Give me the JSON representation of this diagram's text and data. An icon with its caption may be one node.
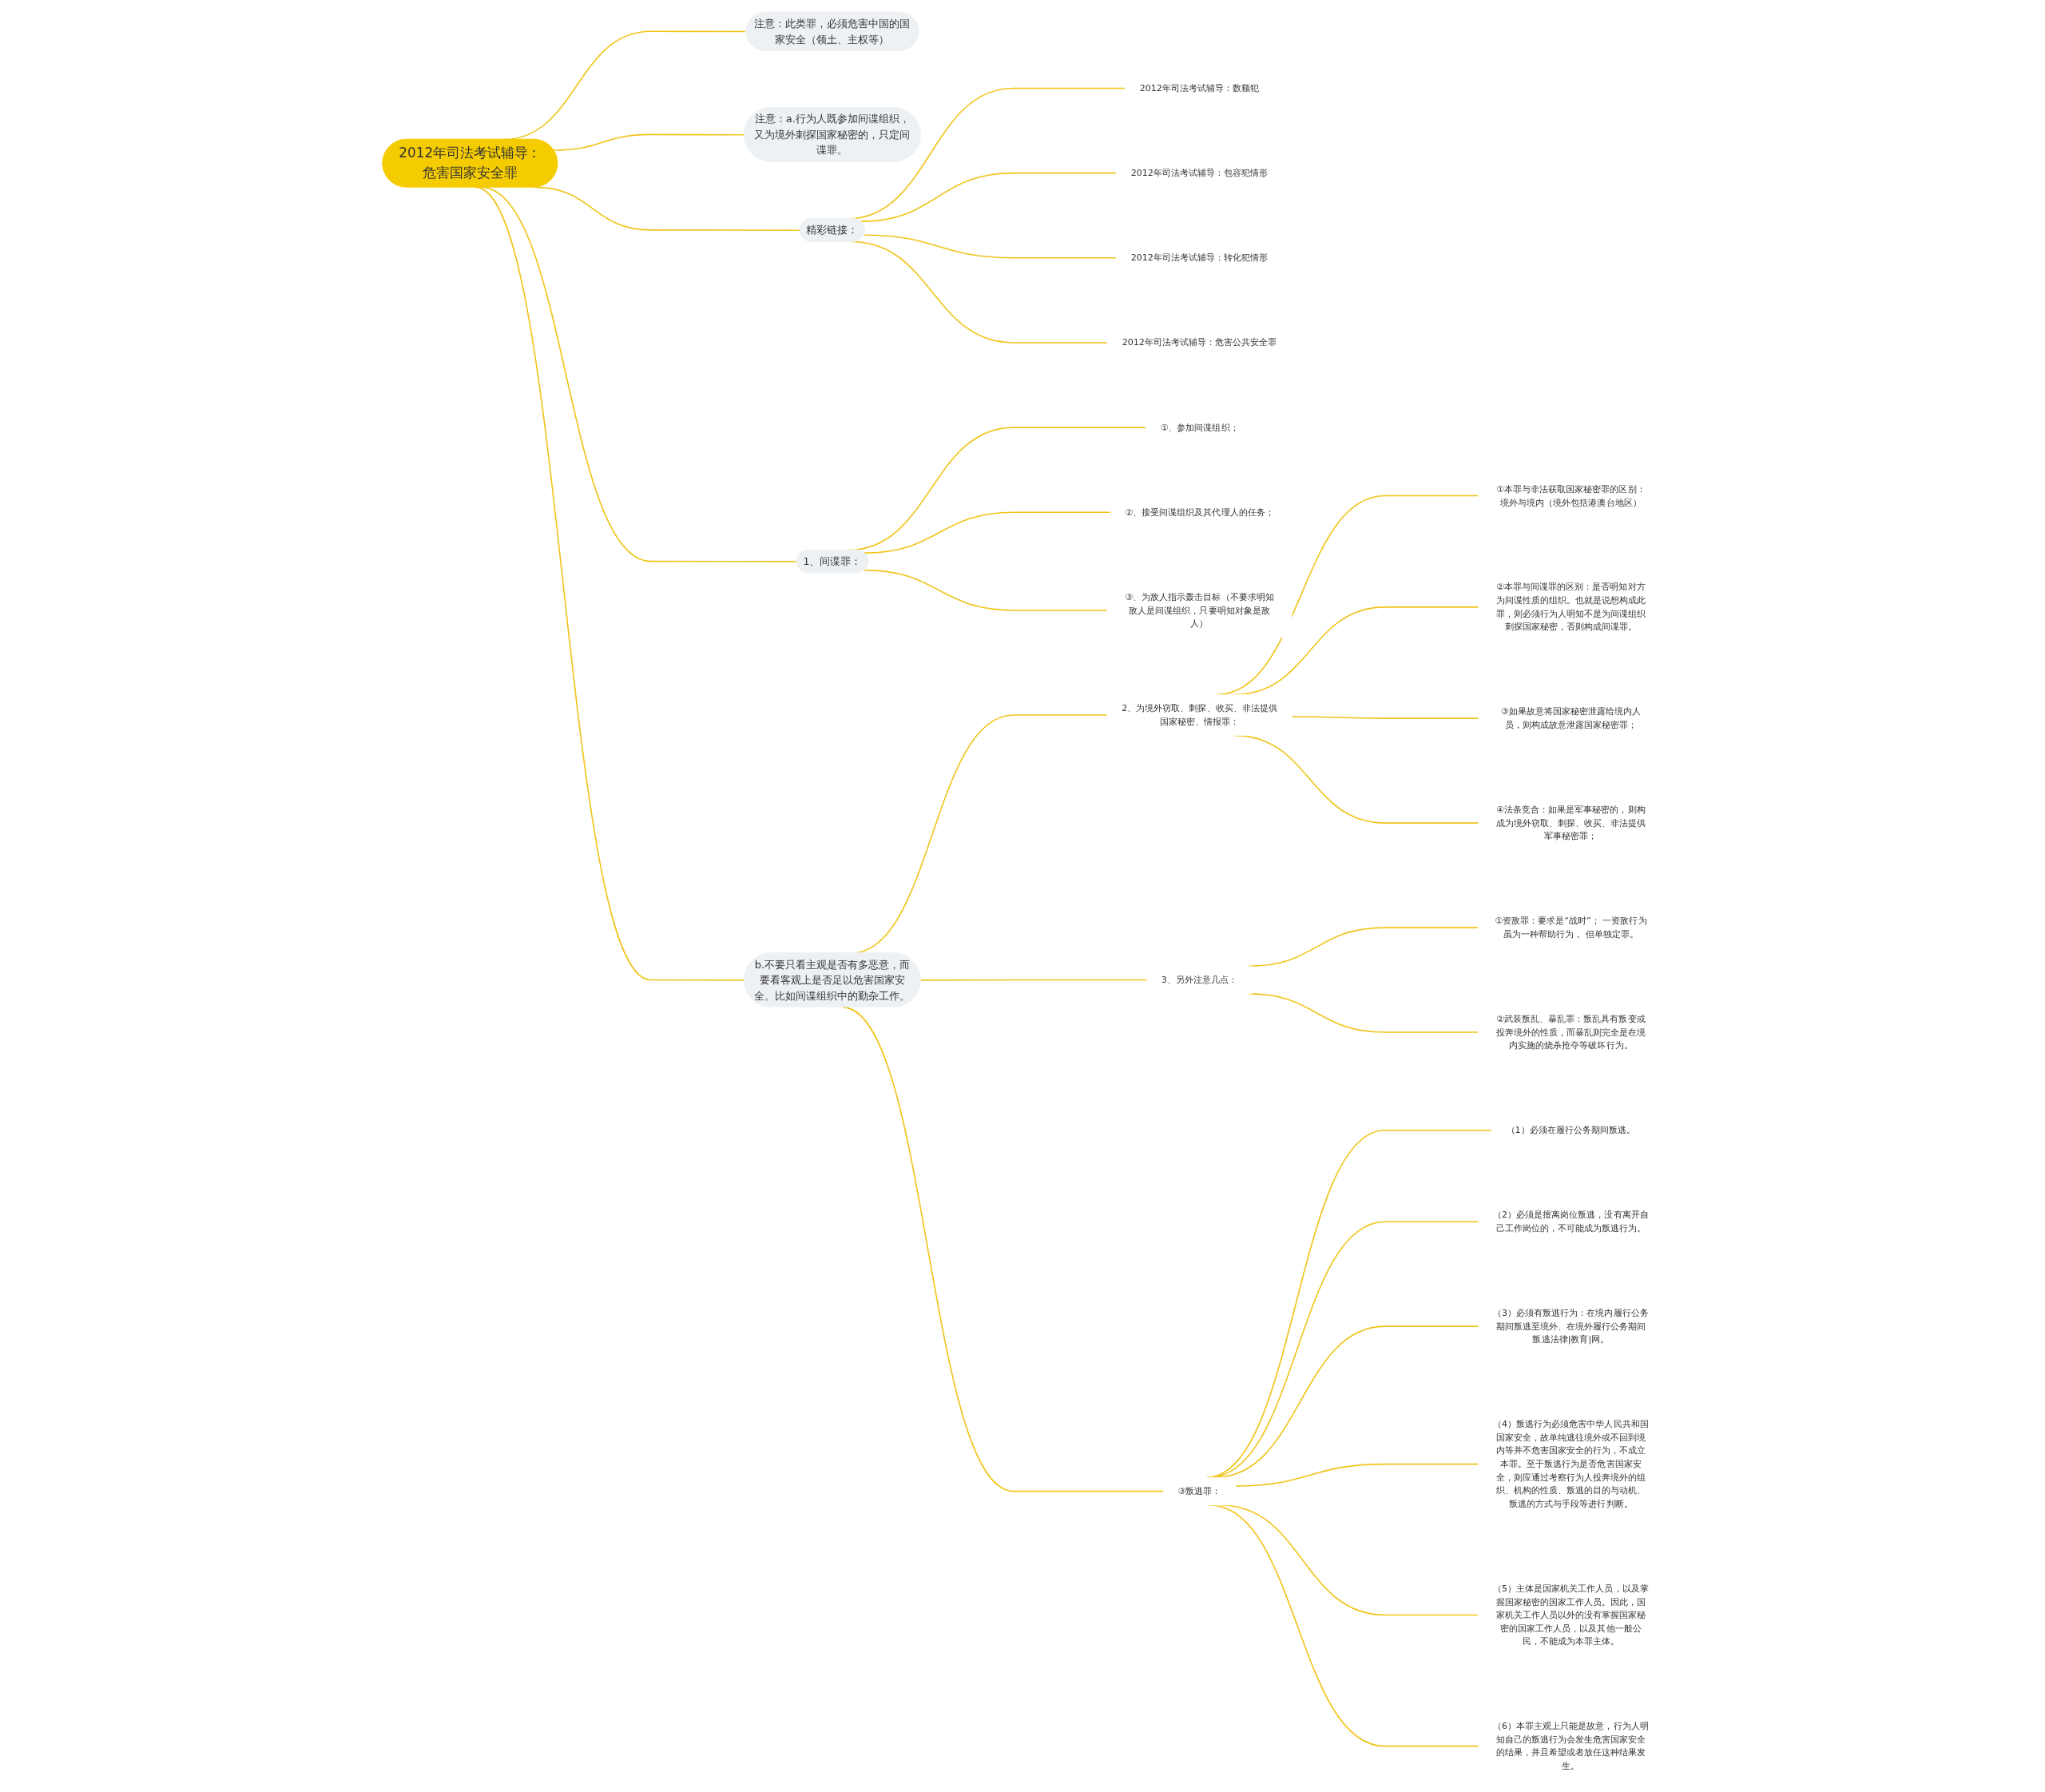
{
  "diagram": {
    "nodes": [
      {
        "text": [
          "2012年司法考试辅导：危害国家安全罪"
        ]
      },
      {
        "text": [
          "注意：此类罪，必须危害中国的国家安全（领土、主权等）"
        ]
      },
      {
        "text": [
          "注意：a.行为人既参加间谍组织，又为境外刺探国家秘密的，只定间谍罪。"
        ]
      },
      {
        "text": [
          "精彩链接："
        ]
      },
      {
        "text": [
          "2012年司法考试辅导：数额犯"
        ]
      },
      {
        "text": [
          "2012年司法考试辅导：包容犯情形"
        ]
      },
      {
        "text": [
          "2012年司法考试辅导：转化犯情形"
        ]
      },
      {
        "text": [
          "2012年司法考试辅导：危害公共安全罪"
        ]
      },
      {
        "text": [
          "1、间谍罪："
        ]
      },
      {
        "text": [
          "①、参加间谍组织；"
        ]
      },
      {
        "text": [
          "②、接受间谍组织及其代理人的任务；"
        ]
      },
      {
        "text": [
          "③、为敌人指示轰击目标（不要求明知敌人是间谍组织，只要明知对象是敌人）"
        ]
      },
      {
        "text": [
          "b.不要只看主观是否有多恶意，而要看客观上是否足以危害国家安全。比如间谍组织中的勤杂工作。"
        ]
      },
      {
        "text": [
          "2、为境外窃取、刺探、收买、非法提供国家秘密、情报罪："
        ]
      },
      {
        "text": [
          "①本罪与非法获取国家秘密罪的区别：境外与境内（境外包括港澳台地区）"
        ]
      },
      {
        "text": [
          "②本罪与间谍罪的区别：是否明知对方为间谍性质的组织。也就是说想构成此罪，则必须行为人明知不是为间谍组织刺探国家秘密，否则构成间谍罪。"
        ]
      },
      {
        "text": [
          "③如果故意将国家秘密泄露给境内人员，则构成故意泄露国家秘密罪；"
        ]
      },
      {
        "text": [
          "④法条竞合：如果是军事秘密的，则构成为境外窃取、刺探、收买、非法提供军事秘密罪；"
        ]
      },
      {
        "text": [
          "3、另外注意几点："
        ]
      },
      {
        "text": [
          "①资敌罪：要求是“战时”； 一资敌行为虽为一种帮助行为， 但单独定罪。"
        ]
      },
      {
        "text": [
          "②武装叛乱、暴乱罪：叛乱具有叛变或投奔境外的性质，而暴乱则完全是在境内实施的烧杀抢夺等破坏行为。"
        ]
      },
      {
        "text": [
          "③叛逃罪："
        ]
      },
      {
        "text": [
          "（1）必须在履行公务期间叛逃。"
        ]
      },
      {
        "text": [
          "（2）必须是擅离岗位叛逃，没有离开自己工作岗位的，不可能成为叛逃行为。"
        ]
      },
      {
        "text": [
          "（3）必须有叛逃行为：在境内履行公务期间叛逃至境外、在境外履行公务期间叛逃法律|教育|网。"
        ]
      },
      {
        "text": [
          "（4）叛逃行为必须危害中华人民共和国国家安全，故单纯逃往境外或不回到境内等并不危害国家安全的行为，不成立本罪。至于叛逃行为是否危害国家安全，则应通过考察行为人投奔境外的组织、机构的性质、叛逃的目的与动机、叛逃的方式与手段等进行判断。"
        ]
      },
      {
        "text": [
          "（5）主体是国家机关工作人员，以及掌握国家秘密的国家工作人员。因此，国家机关工作人员以外的没有掌握国家秘密的国家工作人员，以及其他一般公民，不能成为本罪主体。"
        ]
      },
      {
        "text": [
          "（6）本罪主观上只能是故意，行为人明知自己的叛逃行为会发生危害国家安全的结果，并且希望或者放任这种结果发生。"
        ]
      }
    ],
    "edges": [
      {
        "from": 0,
        "to": 1,
        "arrow": "none"
      },
      {
        "from": 0,
        "to": 2,
        "arrow": "none"
      },
      {
        "from": 0,
        "to": 3,
        "arrow": "none"
      },
      {
        "from": 3,
        "to": 4,
        "arrow": "none"
      },
      {
        "from": 3,
        "to": 5,
        "arrow": "none"
      },
      {
        "from": 3,
        "to": 6,
        "arrow": "none"
      },
      {
        "from": 3,
        "to": 7,
        "arrow": "none"
      },
      {
        "from": 0,
        "to": 8,
        "arrow": "none"
      },
      {
        "from": 8,
        "to": 9,
        "arrow": "none"
      },
      {
        "from": 8,
        "to": 10,
        "arrow": "none"
      },
      {
        "from": 8,
        "to": 11,
        "arrow": "none"
      },
      {
        "from": 0,
        "to": 12,
        "arrow": "none"
      },
      {
        "from": 12,
        "to": 13,
        "arrow": "none"
      },
      {
        "from": 13,
        "to": 14,
        "arrow": "none"
      },
      {
        "from": 13,
        "to": 15,
        "arrow": "none"
      },
      {
        "from": 13,
        "to": 16,
        "arrow": "none"
      },
      {
        "from": 13,
        "to": 17,
        "arrow": "none"
      },
      {
        "from": 12,
        "to": 18,
        "arrow": "none"
      },
      {
        "from": 18,
        "to": 19,
        "arrow": "none"
      },
      {
        "from": 18,
        "to": 20,
        "arrow": "none"
      },
      {
        "from": 12,
        "to": 21,
        "arrow": "none"
      },
      {
        "from": 21,
        "to": 22,
        "arrow": "none"
      },
      {
        "from": 21,
        "to": 23,
        "arrow": "none"
      },
      {
        "from": 21,
        "to": 24,
        "arrow": "none"
      },
      {
        "from": 21,
        "to": 25,
        "arrow": "none"
      },
      {
        "from": 21,
        "to": 26,
        "arrow": "none"
      },
      {
        "from": 21,
        "to": 27,
        "arrow": "none"
      }
    ]
  }
}
